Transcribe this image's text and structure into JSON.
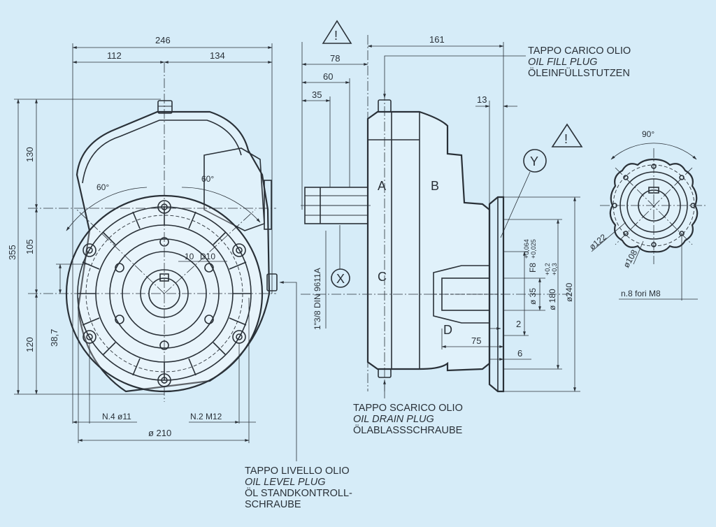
{
  "dimensions": {
    "front_overall_width": "246",
    "front_left_width": "112",
    "front_right_width": "134",
    "height_total": "355",
    "height_top": "130",
    "height_mid": "105",
    "height_bottom": "120",
    "offset_38_7": "38,7",
    "angle_left": "60°",
    "angle_right": "60°",
    "key_10": "10",
    "bore_d10": "D10",
    "holes_n4": "N.4 ø11",
    "holes_n2": "N.2 M12",
    "dia_210": "ø 210",
    "side_161": "161",
    "side_78": "78",
    "side_60": "60",
    "side_35": "35",
    "side_13": "13",
    "shaft_spec": "1\"3/8 DIN 9611A",
    "fit_f8": "F8",
    "tol_a": "+0,064",
    "tol_b": "+0,025",
    "tol_c": "+0,2",
    "tol_d": "+0,3",
    "dia_35": "ø 35",
    "dia_180": "ø 180",
    "dia_240": "ø240",
    "dim_2": "2",
    "dim_75": "75",
    "dim_6": "6",
    "angle_90": "90°",
    "dia_122": "ø122",
    "dia_108": "ø108",
    "holes_m8": "n.8 fori M8"
  },
  "zones": {
    "a": "A",
    "b": "B",
    "c": "C",
    "d": "D",
    "x": "X",
    "y": "Y"
  },
  "callouts": {
    "fill": {
      "it": "TAPPO CARICO OLIO",
      "en": "OIL FILL PLUG",
      "de": "ÖLEINFÜLLSTUTZEN"
    },
    "drain": {
      "it": "TAPPO SCARICO OLIO",
      "en": "OIL DRAIN PLUG",
      "de": "ÖLABLASSSCHRAUBE"
    },
    "level": {
      "it": "TAPPO LIVELLO OLIO",
      "en": "OIL LEVEL PLUG",
      "de1": "ÖL STANDKONTROLL-",
      "de2": "SCHRAUBE"
    }
  },
  "warning_symbol": "!"
}
